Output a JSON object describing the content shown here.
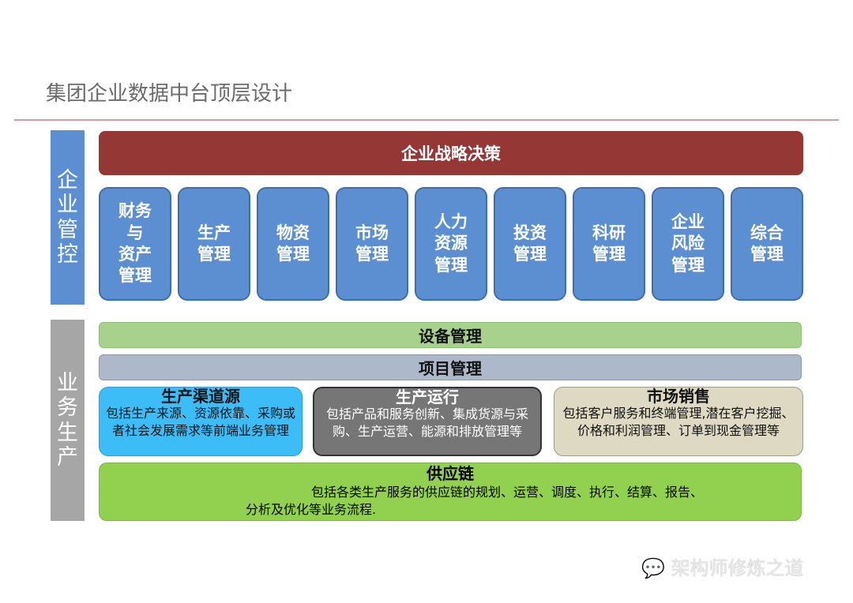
{
  "title": "集团企业数据中台顶层设计",
  "side": {
    "top": [
      "企",
      "业",
      "管",
      "控"
    ],
    "bottom": [
      "业",
      "务",
      "生",
      "产"
    ]
  },
  "strategy": "企业战略决策",
  "modules": [
    [
      "财务",
      "与",
      "资产",
      "管理"
    ],
    [
      "生产",
      "管理"
    ],
    [
      "物资",
      "管理"
    ],
    [
      "市场",
      "管理"
    ],
    [
      "人力",
      "资源",
      "管理"
    ],
    [
      "投资",
      "管理"
    ],
    [
      "科研",
      "管理"
    ],
    [
      "企业",
      "风险",
      "管理"
    ],
    [
      "综合",
      "管理"
    ]
  ],
  "equipment": "设备管理",
  "project": "项目管理",
  "blocks": [
    {
      "title": "生产渠道源",
      "desc": "包括生产来源、资源依靠、采购或者社会发展需求等前端业务管理",
      "color": "#3dbdf7"
    },
    {
      "title": "生产运行",
      "desc": "包括产品和服务创新、集成货源与采购、生产运营、能源和排放管理等",
      "color": "#767676"
    },
    {
      "title": "市场销售",
      "desc": "包括客户服务和终端管理,潜在客户挖掘、价格和利润管理、订单到现金管理等",
      "color": "#ddd9c3"
    }
  ],
  "supply": {
    "title": "供应链",
    "line1": "包括各类生产服务的供应链的规划、运营、调度、执行、结算、报告、",
    "line2": "分析及优化等业务流程."
  },
  "watermark": "架构师修炼之道"
}
